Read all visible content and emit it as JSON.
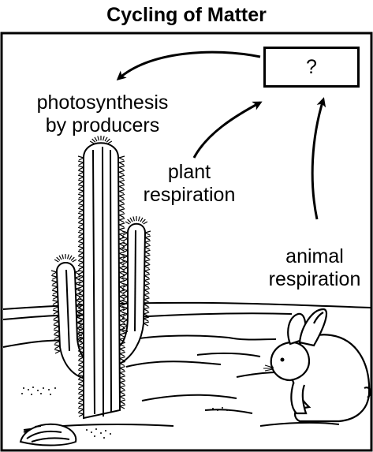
{
  "title": "Cycling of Matter",
  "box": {
    "text": "?"
  },
  "labels": {
    "photosynthesis": [
      "photosynthesis",
      "by producers"
    ],
    "plant_respiration": [
      "plant",
      "respiration"
    ],
    "animal_respiration": [
      "animal",
      "respiration"
    ]
  }
}
